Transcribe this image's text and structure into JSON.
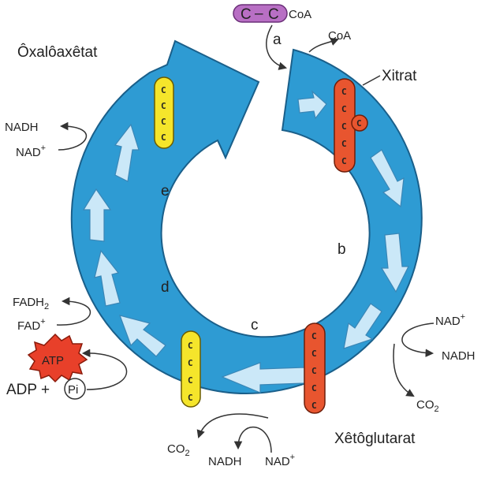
{
  "labels": {
    "oxaloacetate": "Ôxalôaxêtat",
    "citrate": "Xitrat",
    "ketoglutarate": "Xêtôglutarat",
    "coa_in": "CoA",
    "coa_out": "CoA",
    "acetyl_c1": "C",
    "acetyl_dash": "–",
    "acetyl_c2": "C",
    "atp": "ATP",
    "adp": "ADP +",
    "pi": "Pi"
  },
  "steps": {
    "a": "a",
    "b": "b",
    "c": "c",
    "d": "d",
    "e": "e"
  },
  "cofactors": {
    "nadh_left": "NADH",
    "nad_left": "NAD",
    "fadh2_base": "FADH",
    "fadh2_sub": "2",
    "fad_base": "FAD",
    "nad_right": "NAD",
    "nadh_right": "NADH",
    "co2_right_base": "CO",
    "co2_right_sub": "2",
    "co2_bottom_base": "CO",
    "co2_bottom_sub": "2",
    "nadh_bottom": "NADH",
    "nad_bottom": "NAD",
    "plus": "+"
  },
  "molecules": {
    "oxaloacetate_chain": [
      "C",
      "C",
      "C",
      "C"
    ],
    "citrate_chain": [
      "C",
      "C",
      "C",
      "C",
      "C"
    ],
    "citrate_branch": "C",
    "ketoglutarate_chain": [
      "C",
      "C",
      "C",
      "C",
      "C"
    ],
    "succinate_chain": [
      "C",
      "C",
      "C",
      "C"
    ]
  },
  "colors": {
    "ring": "#2e9bd3",
    "ring_stroke": "#1a5f8a",
    "flow_arrow": "#cbe8f8",
    "yellow_mol": "#f5e52b",
    "red_mol": "#e8552f",
    "acetyl": "#b86fc4",
    "atp": "#e8402a"
  }
}
